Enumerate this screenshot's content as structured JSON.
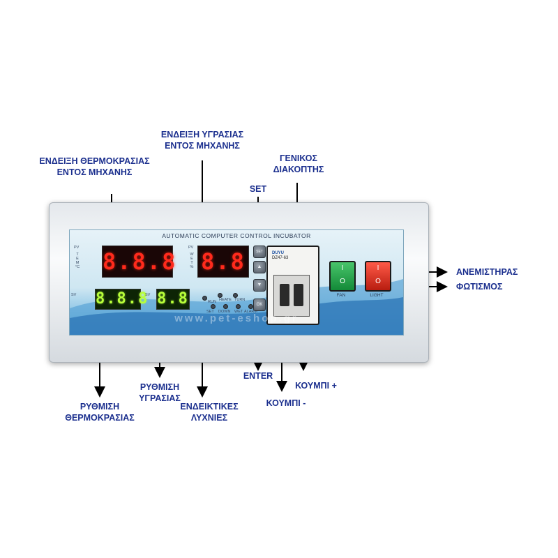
{
  "callouts": {
    "temp_display_line1": "ΕΝΔΕΙΞΗ ΘΕΡΜΟΚΡΑΣΙΑΣ",
    "temp_display_line2": "ΕΝΤΟΣ ΜΗΧΑΝΗΣ",
    "humidity_display_line1": "ΕΝΔΕΙΞΗ ΥΓΡΑΣΙΑΣ",
    "humidity_display_line2": "ΕΝΤΟΣ ΜΗΧΑΝΗΣ",
    "main_switch_line1": "ΓΕΝΙΚΟΣ",
    "main_switch_line2": "ΔΙΑΚΟΠΤΗΣ",
    "set": "SET",
    "fan": "ΑΝΕΜΙΣΤΗΡΑΣ",
    "light": "ΦΩΤΙΣΜΟΣ",
    "enter": "ENTER",
    "button_plus": "ΚΟΥΜΠΙ +",
    "button_minus": "ΚΟΥΜΠΙ -",
    "temp_setting_line1": "ΡΥΘΜΙΣΗ",
    "temp_setting_line2": "ΘΕΡΜΟΚΡΑΣΙΑΣ",
    "humidity_setting_line1": "ΡΥΘΜΙΣΗ",
    "humidity_setting_line2": "ΥΓΡΑΣΙΑΣ",
    "indicator_lamps_line1": "ΕΝΔΕΙΚΤΙΚΕΣ",
    "indicator_lamps_line2": "ΛΥΧΝΙΕΣ"
  },
  "device": {
    "title": "AUTOMATIC COMPUTER CONTROL INCUBATOR",
    "temp_pv": "8.8.8",
    "hum_pv": "8.8",
    "temp_sv": "8.8.8",
    "hum_sv": "8.8",
    "pv_label": "PV",
    "sv_label": "SV",
    "temp_unit_vertical": [
      "T",
      "E",
      "M",
      "°C"
    ],
    "wet_unit_vertical": [
      "W",
      "E",
      "T",
      "%"
    ],
    "led_labels_top": [
      "RUN",
      "HEATE",
      "TURN"
    ],
    "led_labels_bottom": [
      "SET",
      "DOWN",
      "WET",
      "ALARM"
    ],
    "btn_set": "SET",
    "btn_up": "▲",
    "btn_down": "▼",
    "btn_ok": "OK",
    "breaker_brand": "DUYU",
    "breaker_model": "DZ47-63",
    "fan_label": "FAN",
    "light_label": "LIGHT",
    "switch_on": "I",
    "switch_off": "O",
    "watermark": "www.pet-eshop.gr"
  },
  "colors": {
    "callout_text": "#1b2f8e",
    "fan_switch": "#1fa34a",
    "light_switch": "#e0281a",
    "red_digits": "#ff2a1c",
    "green_digits": "#b8ff3a"
  }
}
